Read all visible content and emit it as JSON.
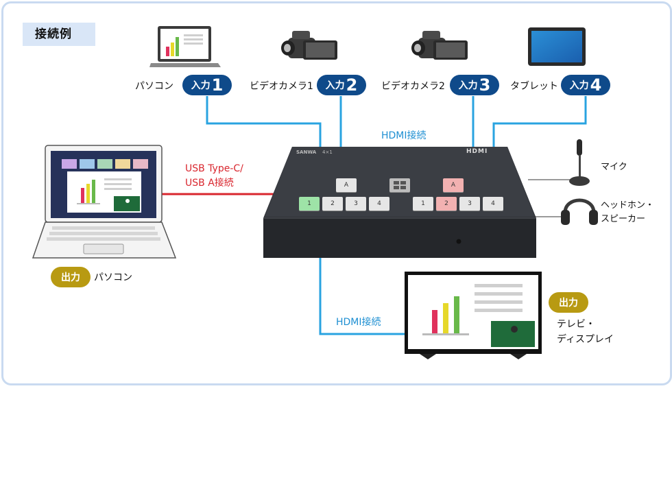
{
  "header": {
    "title": "接続例"
  },
  "inputs": [
    {
      "device": "パソコン",
      "tag": "入力",
      "number": "1",
      "icon": "laptop-icon"
    },
    {
      "device": "ビデオカメラ1",
      "tag": "入力",
      "number": "2",
      "icon": "camcorder-icon"
    },
    {
      "device": "ビデオカメラ2",
      "tag": "入力",
      "number": "3",
      "icon": "camcorder-icon"
    },
    {
      "device": "タブレット",
      "tag": "入力",
      "number": "4",
      "icon": "tablet-icon"
    }
  ],
  "connections": {
    "hdmi_in": "HDMI接続",
    "usb_line1": "USB Type-C/",
    "usb_line2": "USB A接続",
    "hdmi_out": "HDMI接続"
  },
  "outputs": {
    "pc": {
      "tag": "出力",
      "label": "パソコン",
      "icon": "laptop-icon"
    },
    "tv": {
      "tag": "出力",
      "line1": "テレビ・",
      "line2": "ディスプレイ",
      "icon": "tv-icon"
    }
  },
  "peripherals": {
    "mic": {
      "label": "マイク",
      "icon": "microphone-icon"
    },
    "headphone": {
      "line1": "ヘッドホン・",
      "line2": "スピーカー",
      "icon": "headphones-icon"
    }
  },
  "switcher": {
    "brand": "SANWA",
    "model": "4×1",
    "hdmi_logo": "HDMI",
    "preview_label": "A",
    "program_label": "A",
    "left_buttons": [
      "1",
      "2",
      "3",
      "4"
    ],
    "right_buttons": [
      "1",
      "2",
      "3",
      "4"
    ]
  },
  "colors": {
    "hdmi_line": "#29a3e0",
    "usb_line": "#d9262e",
    "audio_line": "#9a9a9a",
    "input_pill": "#0f4a8a",
    "output_pill": "#b89a12",
    "frame": "#c9daf0"
  }
}
